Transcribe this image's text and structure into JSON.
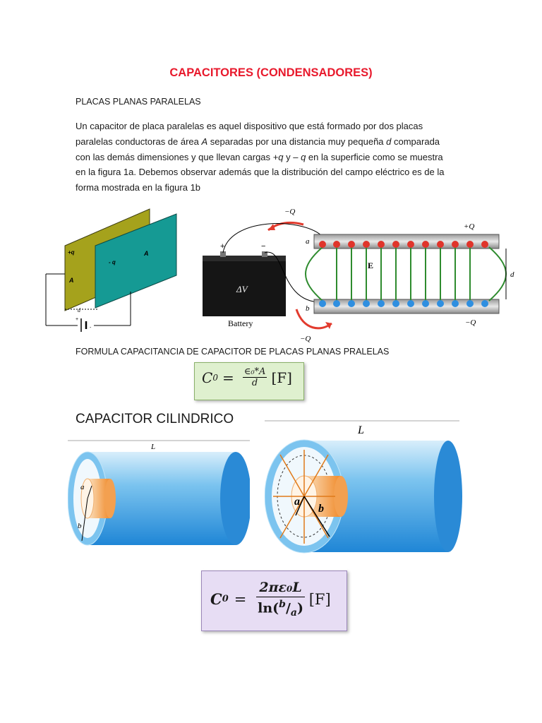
{
  "title": "CAPACITORES (CONDENSADORES)",
  "subtitle": "PLACAS PLANAS PARALELAS",
  "paragraph": [
    "Un capacitor de placa paralelas es aquel dispositivo que está formado por dos placas",
    "paralelas conductoras de área ",
    "A",
    " separadas por una distancia muy pequeña ",
    "d",
    " comparada",
    "con las demás dimensiones y que llevan cargas ",
    "+q",
    " y – ",
    "q",
    " en la superficie como se muestra",
    "en la figura 1a. Debemos observar además que la distribución del campo eléctrico es de la",
    "forma mostrada en la figura 1b"
  ],
  "figure1a": {
    "plus_q": "+q",
    "minus_q": "- q",
    "area_a": "A",
    "area_b": "A",
    "distance": "d",
    "delta_v": "ΔV",
    "plus": "+",
    "minus": "-"
  },
  "figure1b": {
    "top_label": "−Q",
    "bottom_label": "−Q",
    "plus_Q": "+Q",
    "minus_Q_right": "−Q",
    "plate_a": "a",
    "plate_b": "b",
    "field": "E",
    "distance": "d",
    "delta_v": "ΔV",
    "battery": "Battery",
    "plus": "+",
    "minus": "−"
  },
  "formula_label": "FORMULA CAPACITANCIA DE CAPACITOR DE PLACAS PLANAS PRALELAS",
  "formula1": {
    "lhs": "C",
    "sub": "0",
    "eq": "=",
    "num": "∈₀*A",
    "den": "d",
    "unit": "[F]"
  },
  "heading2": "CAPACITOR CILINDRICO",
  "cyl_small": {
    "L": "L",
    "a": "a",
    "b": "b"
  },
  "cyl_large": {
    "L": "L",
    "a": "a",
    "b": "b"
  },
  "formula2": {
    "lhs": "C",
    "sub": "0",
    "eq": "=",
    "num": "2πε₀L",
    "den_prefix": "ln(",
    "den_b": "b",
    "den_slash": "/",
    "den_a": "a",
    "den_suffix": ")",
    "unit": "[F]"
  },
  "colors": {
    "title": "#e8192c",
    "plate1": "#a5a21c",
    "plate2": "#159a94",
    "field_lines": "#2e8b2e",
    "arrow_red": "#e23b2e",
    "formula1_bg": "#dff0cf",
    "formula2_bg": "#e7ddf4",
    "cylinder_blue": "#3fa3e2"
  }
}
